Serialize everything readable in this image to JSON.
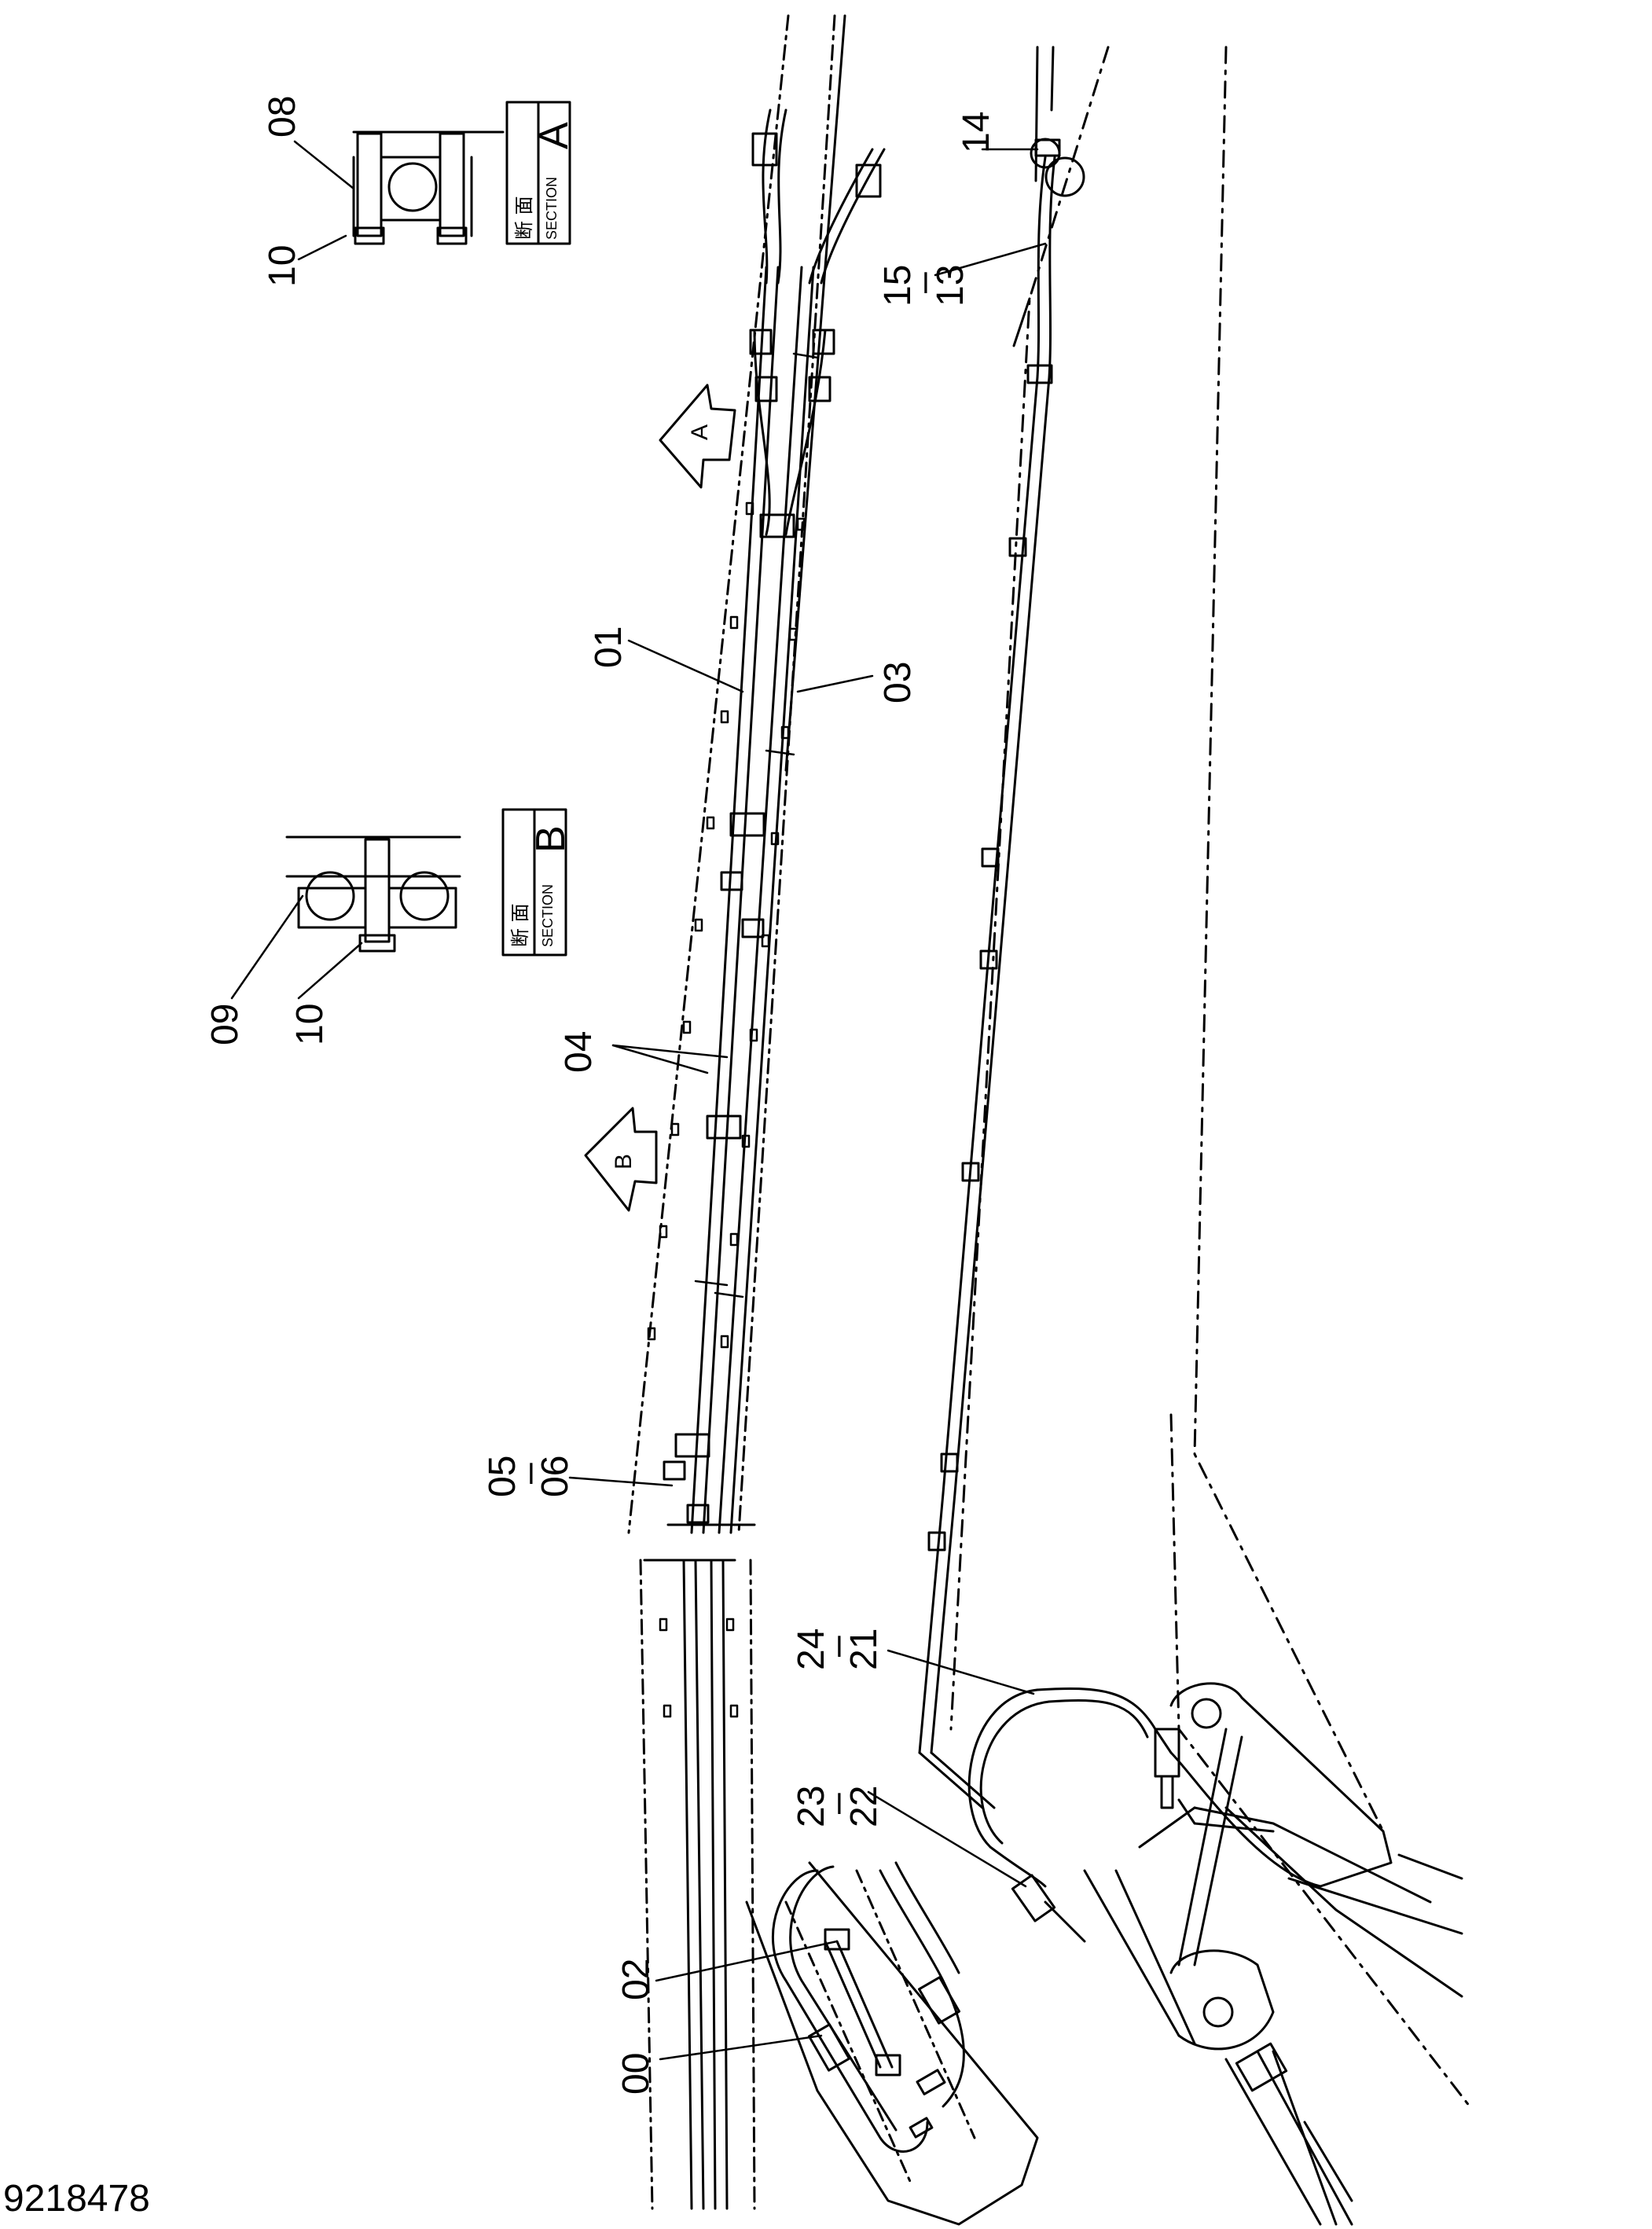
{
  "document_id": "9218478",
  "section_a": {
    "letter": "A",
    "kanji": "断 面",
    "word": "SECTION"
  },
  "section_b": {
    "letter": "B",
    "kanji": "断 面",
    "word": "SECTION"
  },
  "view_arrows": {
    "a": "A",
    "b": "B"
  },
  "callouts": {
    "p00": "00",
    "p01": "01",
    "p02": "02",
    "p03": "03",
    "p04": "04",
    "p05": "05",
    "p06": "06",
    "p08": "08",
    "p09": "09",
    "p10": "10",
    "p13": "13",
    "p14": "14",
    "p15": "15",
    "p21": "21",
    "p22": "22",
    "p23": "23",
    "p24": "24",
    "dash": "–"
  }
}
